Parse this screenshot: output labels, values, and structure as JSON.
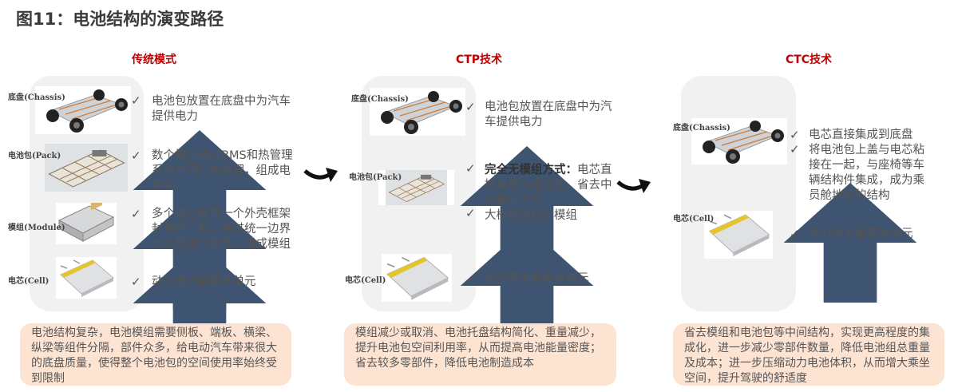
{
  "title": "图11：电池结构的演变路径",
  "labels": {
    "chassis": "底盘(Chassis)",
    "pack": "电池包(Pack)",
    "module": "模组(Module)",
    "cell": "电芯(Cell)"
  },
  "check": "✓",
  "colors": {
    "heading": "#c00000",
    "note_bg": "#fde3d2",
    "arrow": "#3e5470"
  },
  "panels": [
    {
      "heading": "传统模式",
      "points": [
        "电池包放置在底盘中为汽车提供电力",
        "数个模组通过BMS和热管理系统共同控制管理，组成电池包",
        "多个电芯被同一个外壳框架封装在一起，通过统一边界与外部进行联系，组成模组",
        "动力电池最基本单元"
      ],
      "note": "电池结构复杂，电池模组需要侧板、端板、横梁、纵梁等组件分隔，部件众多，给电动汽车带来很大的底盘质量，使得整个电池包的空间使用率始终受到限制"
    },
    {
      "heading": "CTP技术",
      "points": [
        "电池包放置在底盘中为汽车提供电力",
        {
          "bold": "完全无模组方式：",
          "text": "电芯直接集成为电池包，省去中间模组环节"
        },
        "大模组替代小模组",
        "动力电池最基本单元"
      ],
      "note": "模组减少或取消、电池托盘结构简化、重量减少，提升电池包空间利用率，从而提高电池能量密度；省去较多零部件，降低电池制造成本"
    },
    {
      "heading": "CTC技术",
      "points": [
        "电芯直接集成到底盘",
        "将电池包上盖与电芯粘接在一起，与座椅等车辆结构件集成，成为乘员舱地板的结构",
        "动力电池最基本单元"
      ],
      "note": "省去模组和电池包等中间结构，实现更高程度的集成化，进一步减少零部件数量，降低电池组总重量及成本；进一步压缩动力电池体积，从而增大乘坐空间，提升驾驶的舒适度"
    }
  ]
}
